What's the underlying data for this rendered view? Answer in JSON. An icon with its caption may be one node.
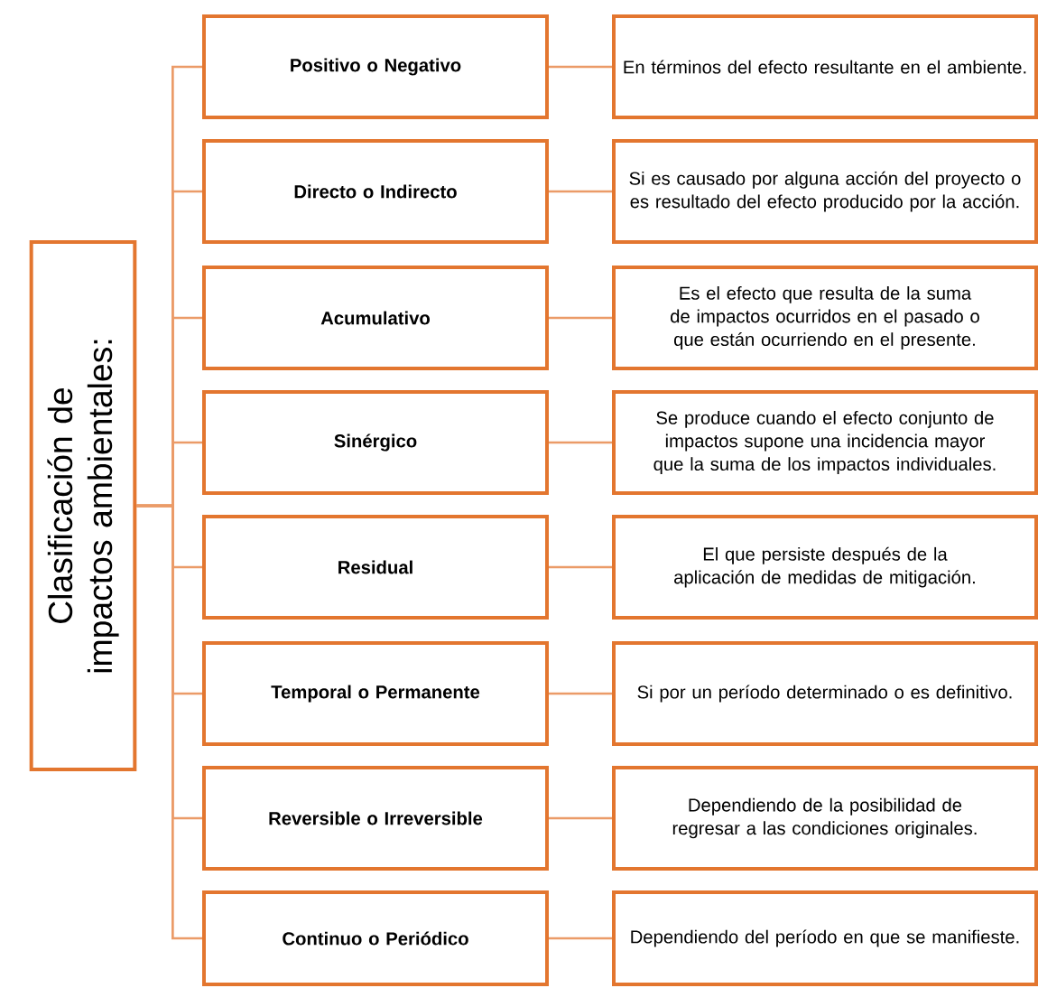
{
  "diagram": {
    "nodes": [
      {
        "text": [
          "Clasificación de impactos ambientales:"
        ]
      },
      {
        "text": [
          "Positivo o Negativo"
        ]
      },
      {
        "text": [
          "Directo o Indirecto"
        ]
      },
      {
        "text": [
          "Acumulativo"
        ]
      },
      {
        "text": [
          "Sinérgico"
        ]
      },
      {
        "text": [
          "Residual"
        ]
      },
      {
        "text": [
          "Temporal o Permanente"
        ]
      },
      {
        "text": [
          "Reversible o Irreversible"
        ]
      },
      {
        "text": [
          "Continuo o Periódico"
        ]
      },
      {
        "text": [
          "En términos del efecto resultante en el ambiente."
        ]
      },
      {
        "text": [
          "Si es causado por alguna acción del proyecto o es resultado del efecto producido por la acción."
        ]
      },
      {
        "text": [
          "Es el efecto que resulta de la suma de impactos ocurridos en el pasado o que están ocurriendo en el presente."
        ]
      },
      {
        "text": [
          "Se produce cuando el efecto conjunto de impactos supone una incidencia mayor que la suma de los impactos individuales."
        ]
      },
      {
        "text": [
          "El que persiste después de la aplicación de medidas de mitigación."
        ]
      },
      {
        "text": [
          "Si por un período determinado o es definitivo."
        ]
      },
      {
        "text": [
          "Dependiendo de la posibilidad de regresar a las condiciones originales."
        ]
      },
      {
        "text": [
          "Dependiendo del período en que se manifieste."
        ]
      }
    ],
    "edges": [
      {
        "from": 0,
        "to": 1,
        "arrow": "none"
      },
      {
        "from": 0,
        "to": 2,
        "arrow": "none"
      },
      {
        "from": 0,
        "to": 3,
        "arrow": "none"
      },
      {
        "from": 0,
        "to": 4,
        "arrow": "none"
      },
      {
        "from": 0,
        "to": 5,
        "arrow": "none"
      },
      {
        "from": 0,
        "to": 6,
        "arrow": "none"
      },
      {
        "from": 0,
        "to": 7,
        "arrow": "none"
      },
      {
        "from": 0,
        "to": 8,
        "arrow": "none"
      },
      {
        "from": 1,
        "to": 9,
        "arrow": "none"
      },
      {
        "from": 2,
        "to": 10,
        "arrow": "none"
      },
      {
        "from": 3,
        "to": 11,
        "arrow": "none"
      },
      {
        "from": 4,
        "to": 12,
        "arrow": "none"
      },
      {
        "from": 5,
        "to": 13,
        "arrow": "none"
      },
      {
        "from": 6,
        "to": 14,
        "arrow": "none"
      },
      {
        "from": 7,
        "to": 15,
        "arrow": "none"
      },
      {
        "from": 8,
        "to": 16,
        "arrow": "none"
      }
    ]
  }
}
